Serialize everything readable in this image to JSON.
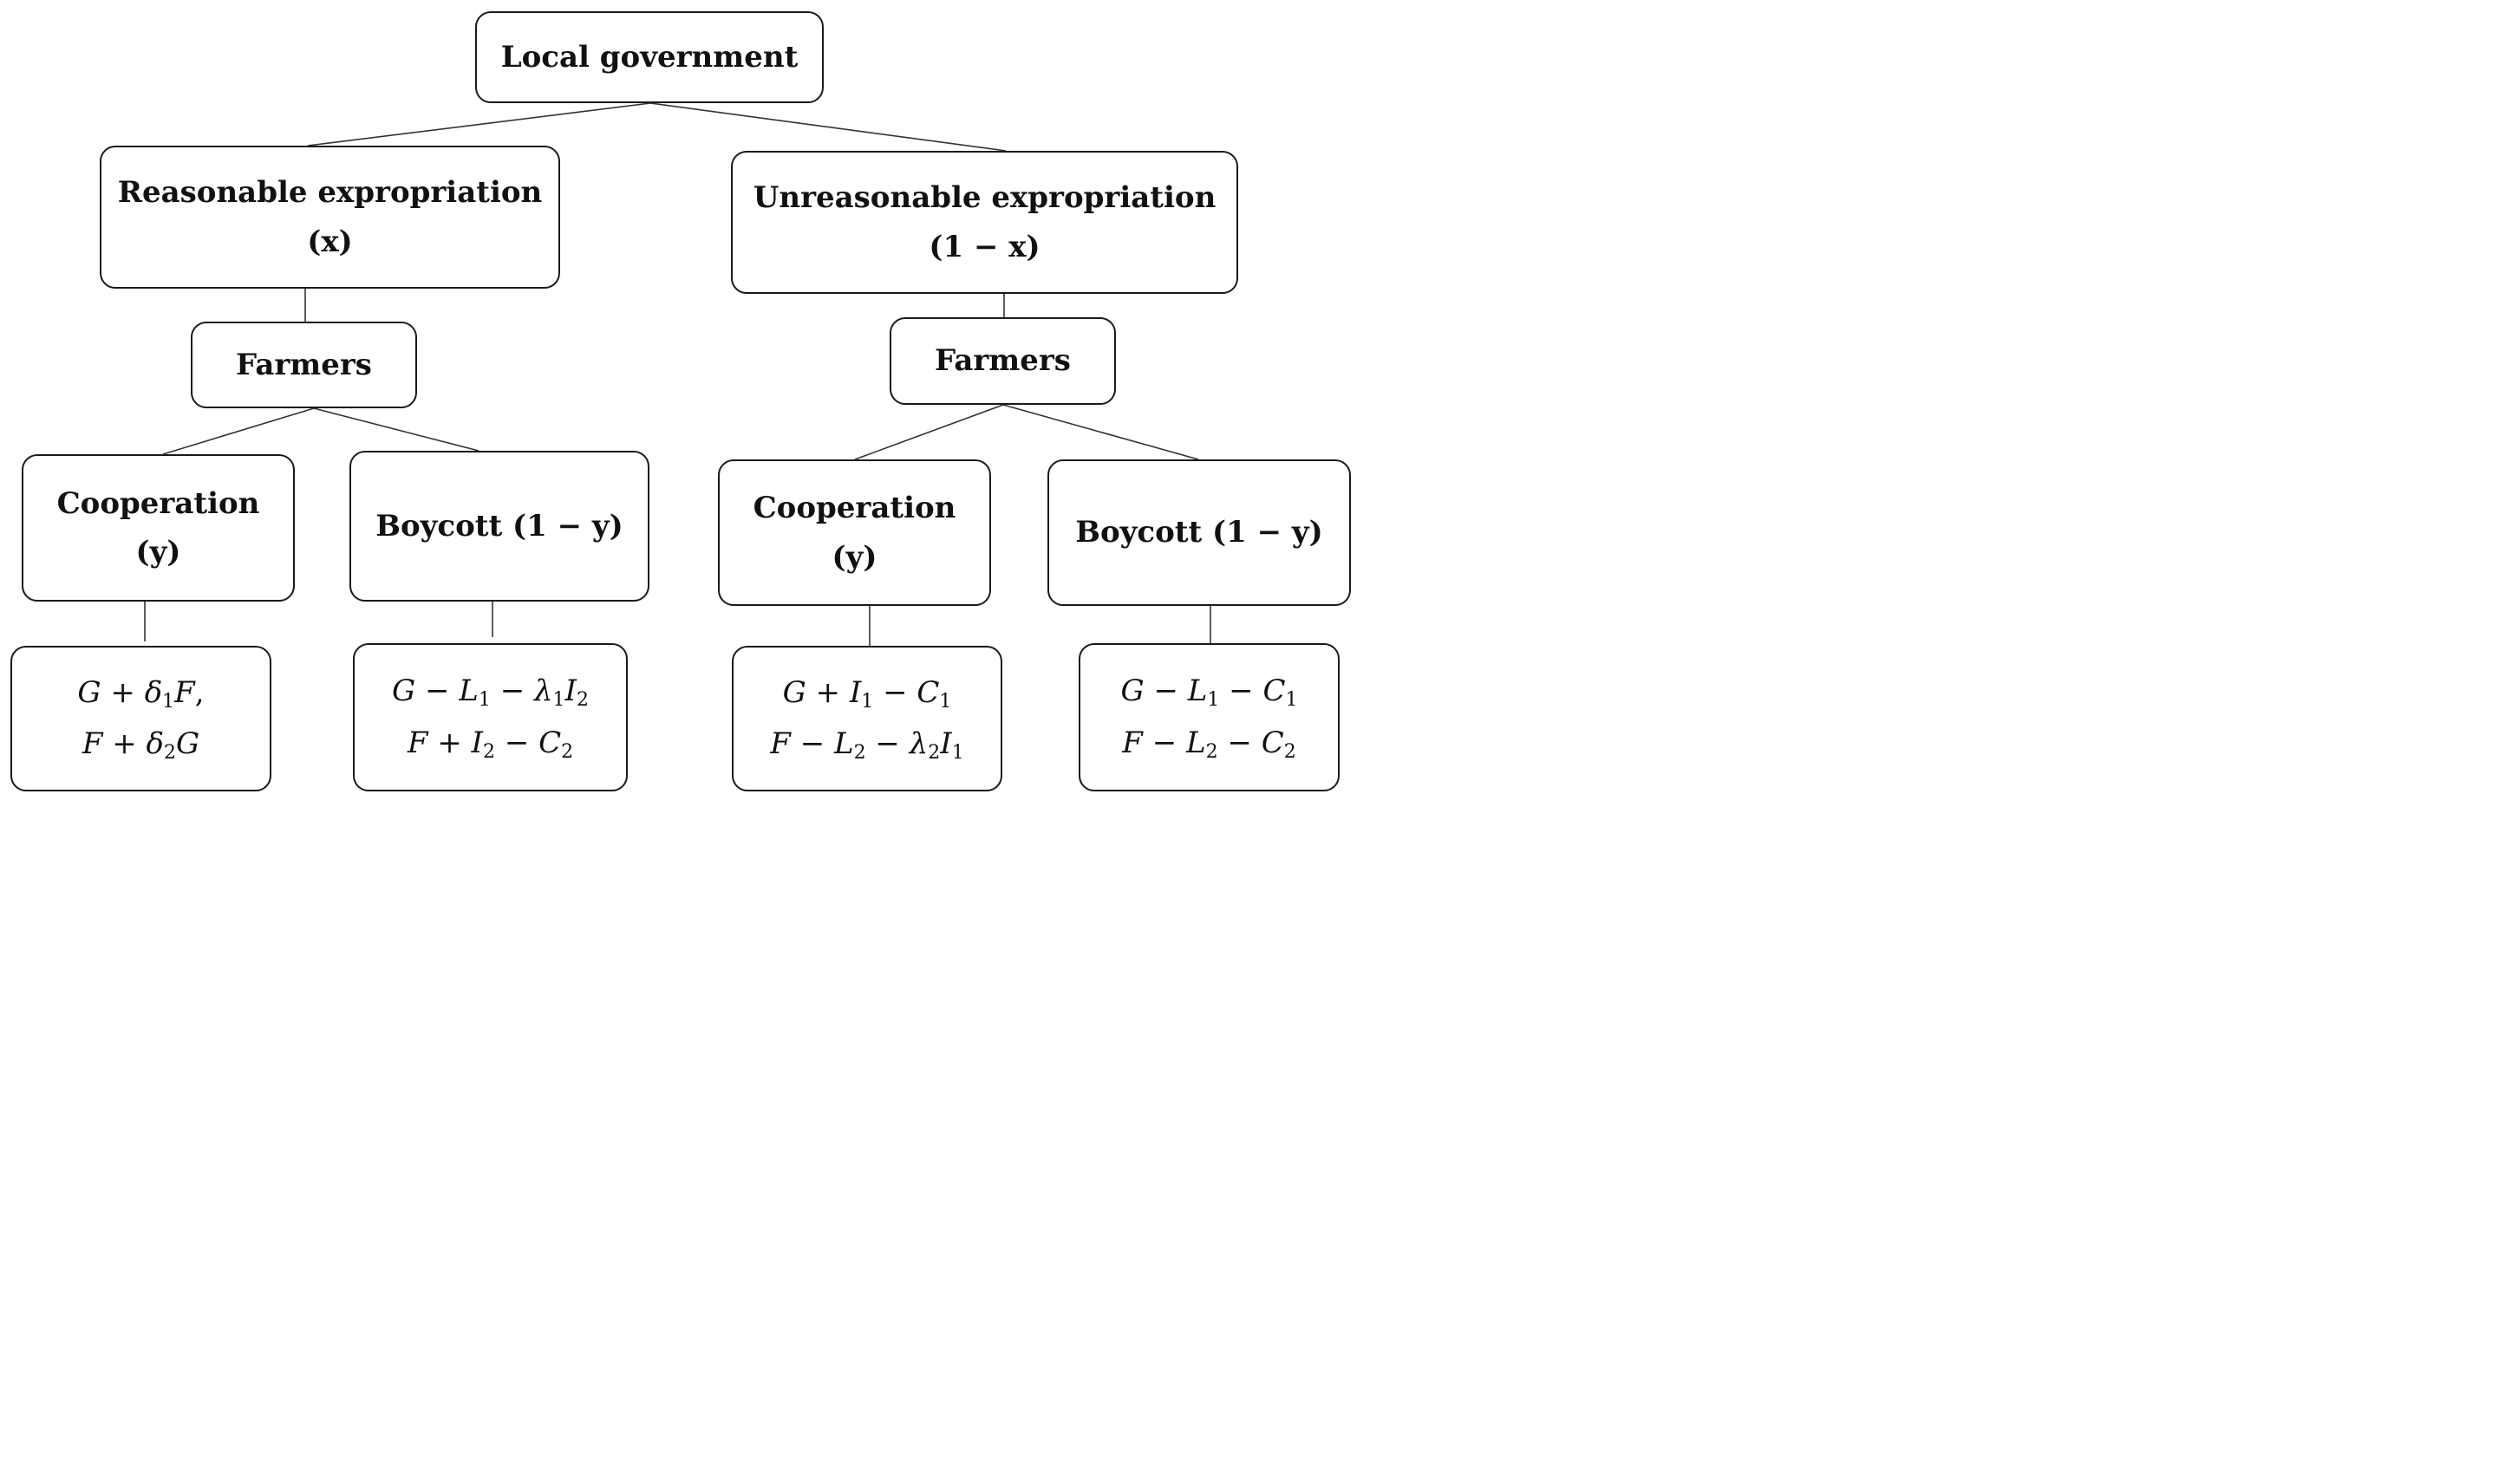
{
  "root": {
    "label": "Local government"
  },
  "strategies": [
    {
      "label": "Reasonable expropriation",
      "prob": "(x)"
    },
    {
      "label": "Unreasonable expropriation",
      "prob": "(1 − x)"
    }
  ],
  "farmers": [
    {
      "label": "Farmers"
    },
    {
      "label": "Farmers"
    }
  ],
  "responses": [
    {
      "label": "Cooperation",
      "prob": "(y)"
    },
    {
      "label": "Boycott (1 − y)"
    },
    {
      "label": "Cooperation",
      "prob": "(y)"
    },
    {
      "label": "Boycott (1 − y)"
    }
  ],
  "payoffs": [
    {
      "government": "G + δ1F,",
      "farmers": "F + δ2G"
    },
    {
      "government": "G − L1 − λ1I2",
      "farmers": "F + I2 − C2"
    },
    {
      "government": "G + I1 − C1",
      "farmers": "F − L2 − λ2I1"
    },
    {
      "government": "G − L1 − C1",
      "farmers": "F − L2 − C2"
    }
  ]
}
